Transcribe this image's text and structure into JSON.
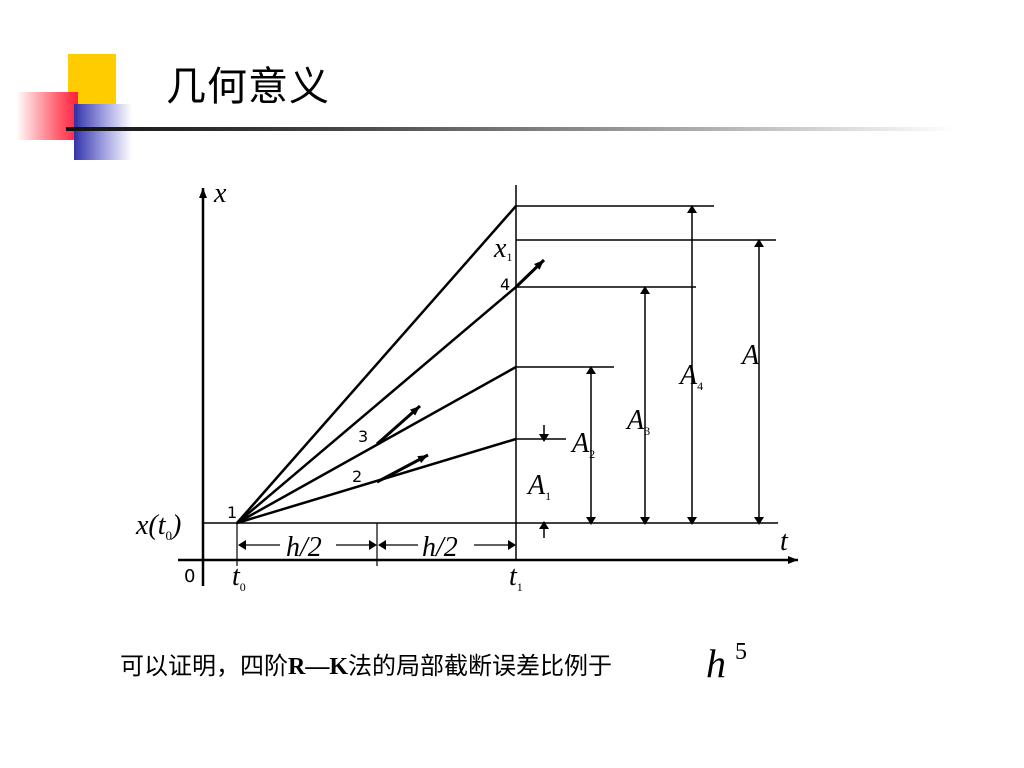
{
  "title": "几何意义",
  "caption": {
    "part1": "可以证明，四阶",
    "rk": "R—K",
    "part2": "法的局部截断误差比例于",
    "h_symbol": "h",
    "h_exponent": "5"
  },
  "diagram": {
    "axis_x_label": "t",
    "axis_y_label": "x",
    "origin_label": "0",
    "x0_label": "x(t",
    "x0_sub": "0",
    "x0_close": ")",
    "t0_label": "t",
    "t0_sub": "0",
    "t1_label": "t",
    "t1_sub": "1",
    "x1_label": "x",
    "x1_sub": "1",
    "half_step_left": "h/2",
    "half_step_right": "h/2",
    "slope_labels": [
      "1",
      "2",
      "3",
      "4"
    ],
    "increments": {
      "A1": "A",
      "A1_sub": "1",
      "A2": "A",
      "A2_sub": "2",
      "A3": "A",
      "A3_sub": "3",
      "A4": "A",
      "A4_sub": "4",
      "A": "A"
    }
  },
  "colors": {
    "accent_yellow": "#ffcc00",
    "accent_red": "#ff2244",
    "accent_blue": "#3333aa",
    "line": "#000000"
  }
}
